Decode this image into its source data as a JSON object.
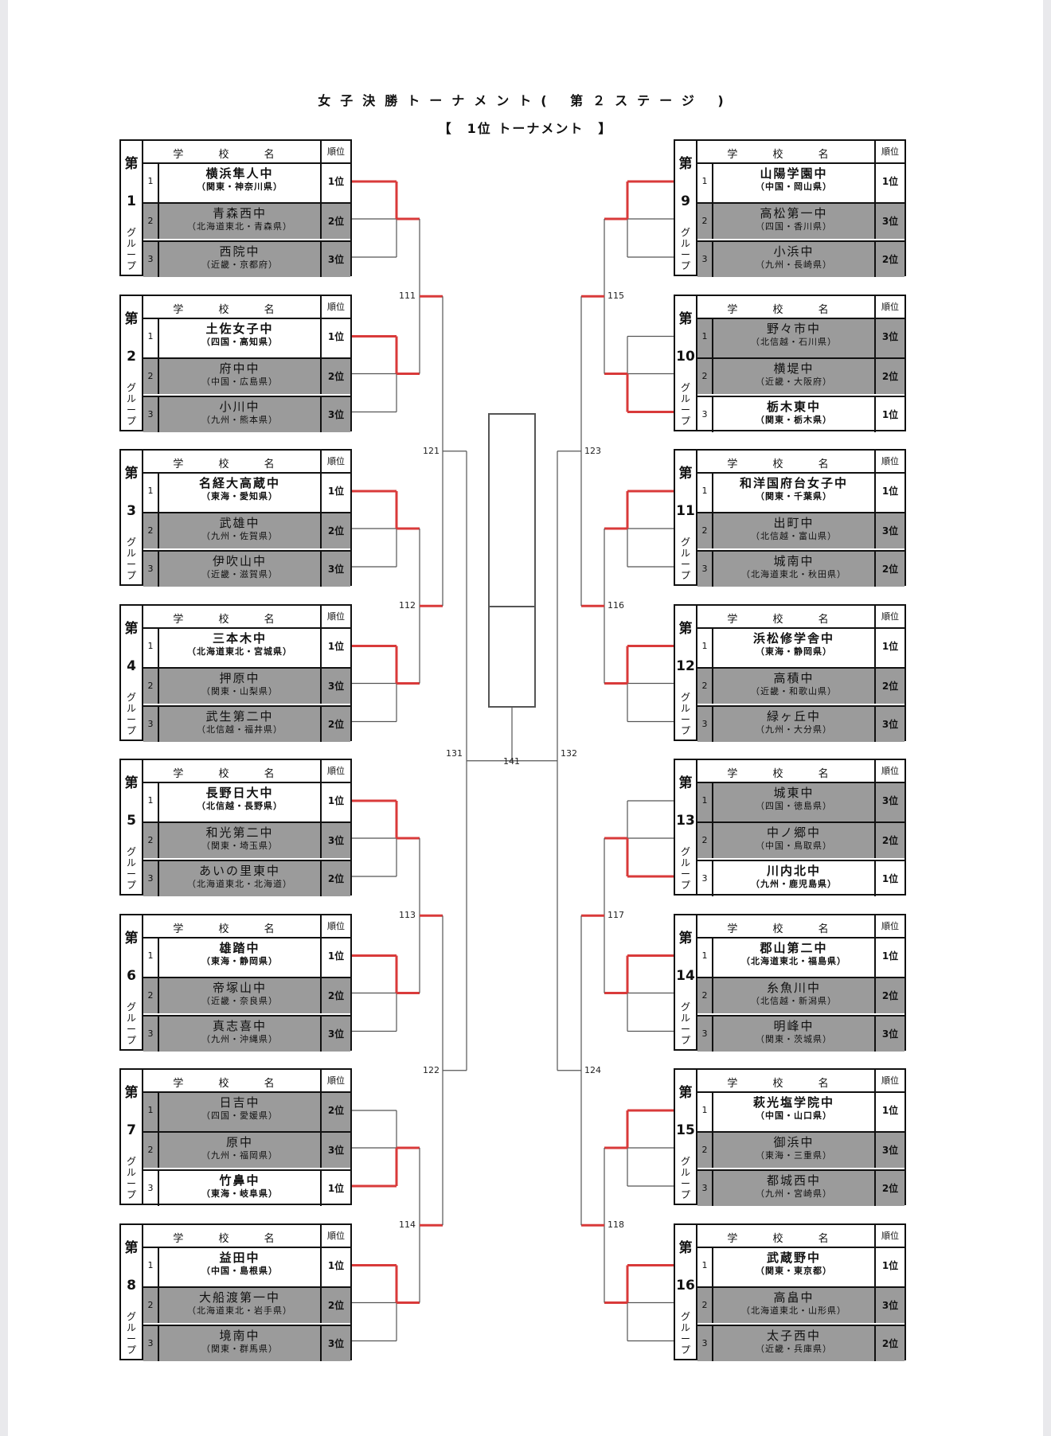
{
  "title": "女子決勝トーナメント( 第２ステージ )",
  "subtitle": "【　1位 トーナメント　】",
  "table_header": {
    "school": "学 校 名",
    "rank": "順位",
    "dai": "第",
    "group_word": [
      "グ",
      "ル",
      "ー",
      "プ"
    ]
  },
  "colors": {
    "win_line": "#d93a3a",
    "line": "#555555",
    "loser_row": "#9b9b9b"
  },
  "groups": [
    {
      "no": "1",
      "teams": [
        {
          "seed": "1",
          "name": "横浜隼人中",
          "region": "（関東・神奈川県）",
          "rank": "1位"
        },
        {
          "seed": "2",
          "name": "青森西中",
          "region": "（北海道東北・青森県）",
          "rank": "2位"
        },
        {
          "seed": "3",
          "name": "西院中",
          "region": "（近畿・京都府）",
          "rank": "3位"
        }
      ]
    },
    {
      "no": "2",
      "teams": [
        {
          "seed": "1",
          "name": "土佐女子中",
          "region": "（四国・高知県）",
          "rank": "1位"
        },
        {
          "seed": "2",
          "name": "府中中",
          "region": "（中国・広島県）",
          "rank": "2位"
        },
        {
          "seed": "3",
          "name": "小川中",
          "region": "（九州・熊本県）",
          "rank": "3位"
        }
      ]
    },
    {
      "no": "3",
      "teams": [
        {
          "seed": "1",
          "name": "名経大高蔵中",
          "region": "（東海・愛知県）",
          "rank": "1位"
        },
        {
          "seed": "2",
          "name": "武雄中",
          "region": "（九州・佐賀県）",
          "rank": "2位"
        },
        {
          "seed": "3",
          "name": "伊吹山中",
          "region": "（近畿・滋賀県）",
          "rank": "3位"
        }
      ]
    },
    {
      "no": "4",
      "teams": [
        {
          "seed": "1",
          "name": "三本木中",
          "region": "（北海道東北・宮城県）",
          "rank": "1位"
        },
        {
          "seed": "2",
          "name": "押原中",
          "region": "（関東・山梨県）",
          "rank": "3位"
        },
        {
          "seed": "3",
          "name": "武生第二中",
          "region": "（北信越・福井県）",
          "rank": "2位"
        }
      ]
    },
    {
      "no": "5",
      "teams": [
        {
          "seed": "1",
          "name": "長野日大中",
          "region": "（北信越・長野県）",
          "rank": "1位"
        },
        {
          "seed": "2",
          "name": "和光第二中",
          "region": "（関東・埼玉県）",
          "rank": "3位"
        },
        {
          "seed": "3",
          "name": "あいの里東中",
          "region": "（北海道東北・北海道）",
          "rank": "2位"
        }
      ]
    },
    {
      "no": "6",
      "teams": [
        {
          "seed": "1",
          "name": "雄踏中",
          "region": "（東海・静岡県）",
          "rank": "1位"
        },
        {
          "seed": "2",
          "name": "帝塚山中",
          "region": "（近畿・奈良県）",
          "rank": "2位"
        },
        {
          "seed": "3",
          "name": "真志喜中",
          "region": "（九州・沖縄県）",
          "rank": "3位"
        }
      ]
    },
    {
      "no": "7",
      "teams": [
        {
          "seed": "1",
          "name": "日吉中",
          "region": "（四国・愛媛県）",
          "rank": "2位"
        },
        {
          "seed": "2",
          "name": "原中",
          "region": "（九州・福岡県）",
          "rank": "3位"
        },
        {
          "seed": "3",
          "name": "竹鼻中",
          "region": "（東海・岐阜県）",
          "rank": "1位"
        }
      ]
    },
    {
      "no": "8",
      "teams": [
        {
          "seed": "1",
          "name": "益田中",
          "region": "（中国・島根県）",
          "rank": "1位"
        },
        {
          "seed": "2",
          "name": "大船渡第一中",
          "region": "（北海道東北・岩手県）",
          "rank": "2位"
        },
        {
          "seed": "3",
          "name": "境南中",
          "region": "（関東・群馬県）",
          "rank": "3位"
        }
      ]
    },
    {
      "no": "9",
      "teams": [
        {
          "seed": "1",
          "name": "山陽学園中",
          "region": "（中国・岡山県）",
          "rank": "1位"
        },
        {
          "seed": "2",
          "name": "高松第一中",
          "region": "（四国・香川県）",
          "rank": "3位"
        },
        {
          "seed": "3",
          "name": "小浜中",
          "region": "（九州・長崎県）",
          "rank": "2位"
        }
      ]
    },
    {
      "no": "10",
      "teams": [
        {
          "seed": "1",
          "name": "野々市中",
          "region": "（北信越・石川県）",
          "rank": "3位"
        },
        {
          "seed": "2",
          "name": "横堤中",
          "region": "（近畿・大阪府）",
          "rank": "2位"
        },
        {
          "seed": "3",
          "name": "栃木東中",
          "region": "（関東・栃木県）",
          "rank": "1位"
        }
      ]
    },
    {
      "no": "11",
      "teams": [
        {
          "seed": "1",
          "name": "和洋国府台女子中",
          "region": "（関東・千葉県）",
          "rank": "1位"
        },
        {
          "seed": "2",
          "name": "出町中",
          "region": "（北信越・富山県）",
          "rank": "3位"
        },
        {
          "seed": "3",
          "name": "城南中",
          "region": "（北海道東北・秋田県）",
          "rank": "2位"
        }
      ]
    },
    {
      "no": "12",
      "teams": [
        {
          "seed": "1",
          "name": "浜松修学舎中",
          "region": "（東海・静岡県）",
          "rank": "1位"
        },
        {
          "seed": "2",
          "name": "高積中",
          "region": "（近畿・和歌山県）",
          "rank": "2位"
        },
        {
          "seed": "3",
          "name": "緑ヶ丘中",
          "region": "（九州・大分県）",
          "rank": "3位"
        }
      ]
    },
    {
      "no": "13",
      "teams": [
        {
          "seed": "1",
          "name": "城東中",
          "region": "（四国・徳島県）",
          "rank": "3位"
        },
        {
          "seed": "2",
          "name": "中ノ郷中",
          "region": "（中国・鳥取県）",
          "rank": "2位"
        },
        {
          "seed": "3",
          "name": "川内北中",
          "region": "（九州・鹿児島県）",
          "rank": "1位"
        }
      ]
    },
    {
      "no": "14",
      "teams": [
        {
          "seed": "1",
          "name": "郡山第二中",
          "region": "（北海道東北・福島県）",
          "rank": "1位"
        },
        {
          "seed": "2",
          "name": "糸魚川中",
          "region": "（北信越・新潟県）",
          "rank": "2位"
        },
        {
          "seed": "3",
          "name": "明峰中",
          "region": "（関東・茨城県）",
          "rank": "3位"
        }
      ]
    },
    {
      "no": "15",
      "teams": [
        {
          "seed": "1",
          "name": "萩光塩学院中",
          "region": "（中国・山口県）",
          "rank": "1位"
        },
        {
          "seed": "2",
          "name": "御浜中",
          "region": "（東海・三重県）",
          "rank": "3位"
        },
        {
          "seed": "3",
          "name": "都城西中",
          "region": "（九州・宮崎県）",
          "rank": "2位"
        }
      ]
    },
    {
      "no": "16",
      "teams": [
        {
          "seed": "1",
          "name": "武蔵野中",
          "region": "（関東・東京都）",
          "rank": "1位"
        },
        {
          "seed": "2",
          "name": "高畠中",
          "region": "（北海道東北・山形県）",
          "rank": "3位"
        },
        {
          "seed": "3",
          "name": "太子西中",
          "region": "（近畿・兵庫県）",
          "rank": "2位"
        }
      ]
    }
  ],
  "matches": {
    "round1": [
      "111",
      "112",
      "113",
      "114",
      "115",
      "116",
      "117",
      "118"
    ],
    "round2": [
      "121",
      "122",
      "123",
      "124"
    ],
    "semis": [
      "131",
      "132"
    ],
    "final": "141"
  }
}
